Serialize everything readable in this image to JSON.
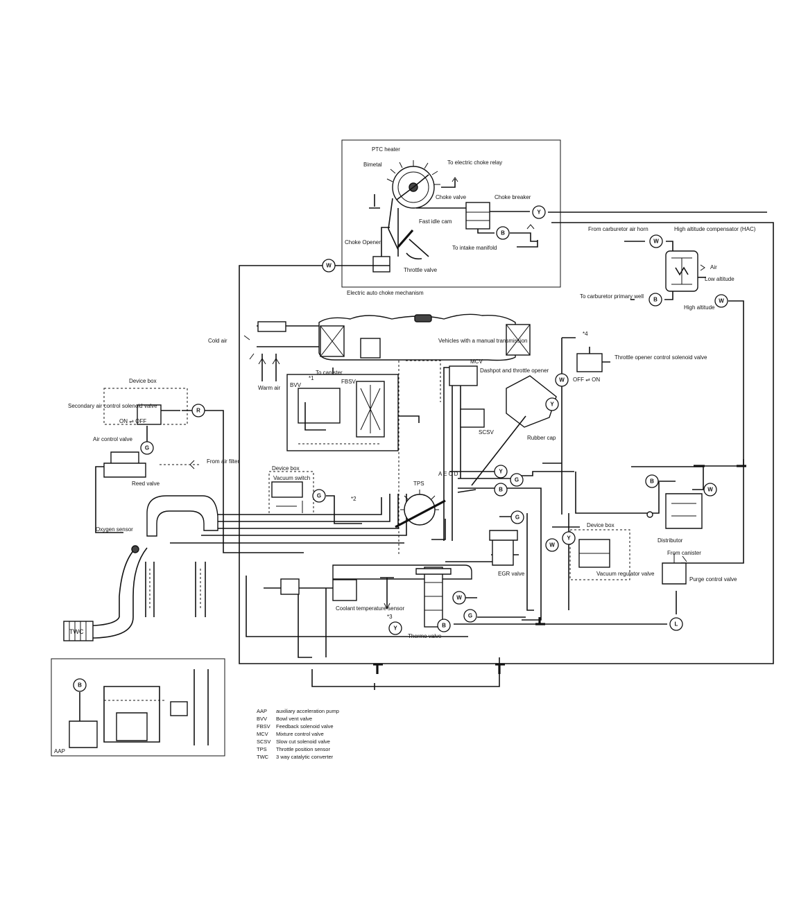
{
  "labels": {
    "ptc_heater": "PTC heater",
    "bimetal": "Bimetal",
    "to_electric_choke_relay": "To electric choke relay",
    "choke_valve": "Choke valve",
    "choke_breaker": "Choke breaker",
    "fast_idle_cam": "Fast idle cam",
    "choke_opener": "Choke Opener",
    "throttle_valve": "Throttle valve",
    "to_intake_manifold": "To intake manifold",
    "electric_auto_choke": "Electric auto choke mechanism",
    "from_carburetor_air_horn": "From carburetor air horn",
    "hac": "High altitude compensator (HAC)",
    "air": "Air",
    "low_altitude": "Low altitude",
    "high_altitude": "High altitude",
    "to_carburetor_primary_well": "To carburetor primary well",
    "cold_air": "Cold air",
    "warm_air": "Warm air",
    "vehicles_manual": "Vehicles with a manual transmission",
    "mcv": "MCV",
    "dashpot": "Dashpot and throttle opener",
    "throttle_opener_solenoid": "Throttle opener control solenoid valve",
    "off_on_right": "OFF ⇌ ON",
    "to_canister": "To canister",
    "bvv": "BVV",
    "fbsv": "FBSV",
    "device_box_left": "Device box",
    "secondary_air_solenoid": "Secondary air control solenoid valve",
    "on_off_left": "ON ⇌ OFF",
    "air_control_valve": "Air control valve",
    "reed_valve": "Reed valve",
    "from_air_filter": "From air filter",
    "scsv": "SCSV",
    "rubber_cap": "Rubber cap",
    "device_box_mid": "Device box",
    "vacuum_switch": "Vacuum switch",
    "tps": "TPS",
    "oxygen_sensor": "Oxygen sensor",
    "egr_valve": "EGR valve",
    "device_box_right": "Device box",
    "vacuum_regulator": "Vacuum regulator valve",
    "distributor": "Distributor",
    "from_canister": "From canister",
    "purge_control": "Purge control valve",
    "coolant_sensor": "Coolant temperature sensor",
    "thermo_valve": "Thermo valve",
    "twc": "TWC",
    "aap": "AAP",
    "ports": "A E C D",
    "mark1": "*1",
    "mark2": "*2",
    "mark3": "*3",
    "mark4": "*4"
  },
  "badges": {
    "W": "W",
    "B": "B",
    "Y": "Y",
    "G": "G",
    "R": "R",
    "L": "L"
  },
  "legend": [
    {
      "abbr": "AAP",
      "text": "auxiliary acceleration pump"
    },
    {
      "abbr": "BVV",
      "text": "Bowl vent valve"
    },
    {
      "abbr": "FBSV",
      "text": "Feedback solenoid valve"
    },
    {
      "abbr": "MCV",
      "text": "Mixture control valve"
    },
    {
      "abbr": "SCSV",
      "text": "Slow cut solenoid valve"
    },
    {
      "abbr": "TPS",
      "text": "Throttle position sensor"
    },
    {
      "abbr": "TWC",
      "text": "3 way catalytic converter"
    }
  ]
}
